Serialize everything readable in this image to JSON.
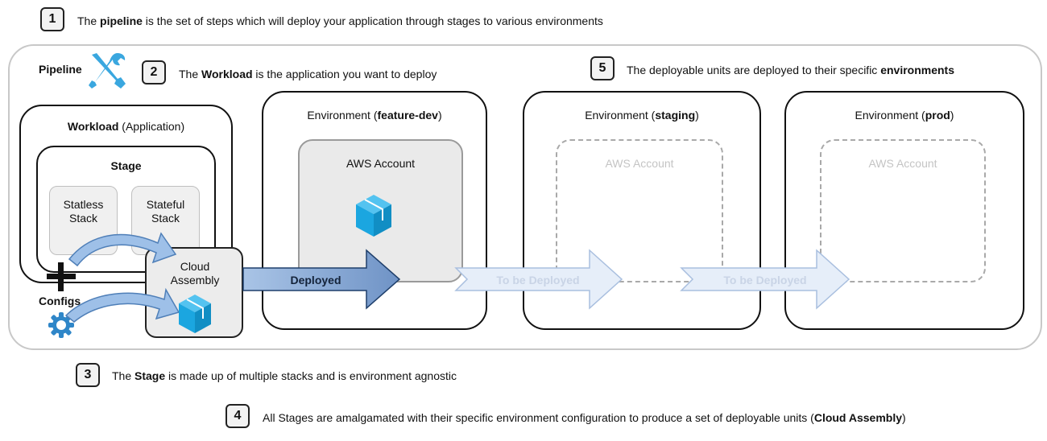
{
  "callouts": {
    "c1": {
      "num": "1",
      "pre": "The ",
      "bold": "pipeline",
      "post": " is the set of steps which will deploy your application through stages to various environments"
    },
    "c2": {
      "num": "2",
      "pre": "The ",
      "bold": "Workload",
      "post": " is the application you want to deploy"
    },
    "c3": {
      "num": "3",
      "pre": "The ",
      "bold": "Stage",
      "post": " is made up of multiple stacks and is environment agnostic"
    },
    "c4": {
      "num": "4",
      "pre": "All Stages are amalgamated with their specific environment configuration to produce a set of deployable units (",
      "bold": "Cloud Assembly",
      "post": ")"
    },
    "c5": {
      "num": "5",
      "pre": "The deployable units are deployed to their specific ",
      "bold": "environments",
      "post": ""
    }
  },
  "pipeline": {
    "label": "Pipeline",
    "icon": "tools-icon"
  },
  "workload": {
    "title_bold": "Workload",
    "title_rest": " (Application)",
    "stage_title": "Stage",
    "stacks": [
      "Statless\nStack",
      "Stateful\nStack"
    ],
    "configs_label": "Configs",
    "cloud_assembly_label": "Cloud\nAssembly"
  },
  "environments": [
    {
      "prefix": "Environment (",
      "name": "feature-dev",
      "suffix": ")",
      "account_label": "AWS Account",
      "deployed": true
    },
    {
      "prefix": "Environment (",
      "name": "staging",
      "suffix": ")",
      "account_label": "AWS Account",
      "deployed": false
    },
    {
      "prefix": "Environment (",
      "name": "prod",
      "suffix": ")",
      "account_label": "AWS Account",
      "deployed": false
    }
  ],
  "arrows": {
    "deployed_label": "Deployed",
    "pending_label": "To be Deployed"
  },
  "colors": {
    "cube": "#1ba6e0",
    "deployed_arrow": "#7fa3d1",
    "pending_arrow": "#e6eef9",
    "pending_text": "#c9d4e6",
    "curve_arrow": "#9ec0e8",
    "tools": "#3aa7df"
  }
}
